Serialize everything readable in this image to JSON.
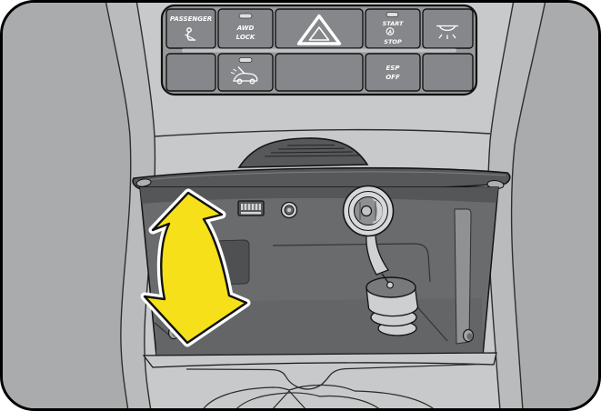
{
  "figure": {
    "title": "Center console open storage compartment illustration",
    "style": "owner-manual line art",
    "background_color": "#a9abad",
    "console_color": "#c7c9cb",
    "lid_color": "#57585a",
    "compartment_color": "#696b6d",
    "arrow_color": "#f6e01a"
  },
  "switch_panel": {
    "rows": [
      {
        "buttons": [
          {
            "label": "PASSENGER",
            "icon": "passenger-airbag-icon"
          },
          {
            "label_line1": "AWD",
            "label_line2": "LOCK",
            "icon": "indicator-lamp"
          },
          {
            "icon": "hazard-warning-triangle-icon"
          },
          {
            "label_line1": "START",
            "label_line2": "STOP",
            "icon_letter": "A",
            "icon": "indicator-lamp"
          },
          {
            "icon": "interior-light-icon"
          }
        ]
      },
      {
        "buttons": [
          {},
          {
            "icon": "power-liftgate-icon"
          },
          {},
          {
            "label_line1": "ESP",
            "label_line2": "OFF"
          },
          {}
        ]
      }
    ]
  },
  "compartment": {
    "features": [
      "usb-port",
      "aux-jack",
      "12v-power-outlet",
      "tethered-outlet-cap"
    ],
    "annotation": "open-close-motion-arrow"
  }
}
